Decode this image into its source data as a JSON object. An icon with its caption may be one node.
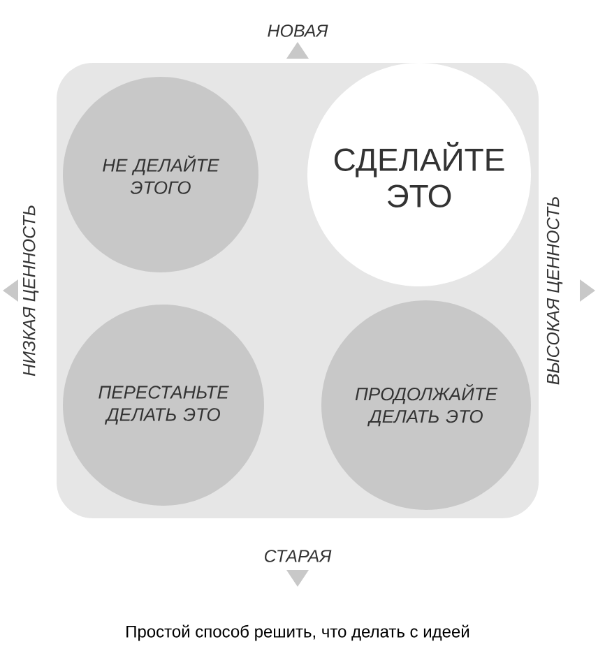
{
  "diagram": {
    "caption": "Простой способ решить, что делать с идеей",
    "nodes": [
      {
        "text": [],
        "shape": "box"
      },
      {
        "text": [
          "НЕ ДЕЛАЙТЕ ЭТОГО"
        ],
        "in": 0
      },
      {
        "text": [
          "СДЕЛАЙТЕ ЭТО"
        ],
        "in": 0
      },
      {
        "text": [
          "ПЕРЕСТАНЬТЕ ДЕЛАТЬ ЭТО"
        ],
        "in": 0
      },
      {
        "text": [
          "ПРОДОЛЖАЙТЕ ДЕЛАТЬ ЭТО"
        ],
        "in": 0
      }
    ],
    "labels": [
      "НОВАЯ",
      "НИЗКАЯ ЦЕННОСТЬ",
      "ВЫСОКАЯ ЦЕННОСТЬ",
      "СТАРАЯ"
    ]
  }
}
